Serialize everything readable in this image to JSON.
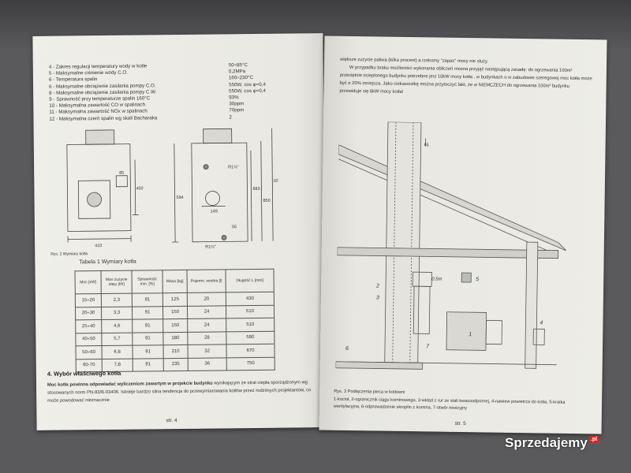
{
  "left_page": {
    "spec_rows": [
      {
        "label": "4  - Zakres regulacji temperatury wody w kotle",
        "value": "50÷85°C"
      },
      {
        "label": "5  - Maksymalne ciśnienie wody C.O.",
        "value": "0,2MPa"
      },
      {
        "label": "6  - Temperatura spalin",
        "value": "160÷230°C"
      },
      {
        "label": "6  - Maksymalne obciążenie zasilania pompy C.O.",
        "value": "550W, cos φ=0,4"
      },
      {
        "label": "8  - Maksymalne obciążenie zasilania pompy C.W.",
        "value": "550W, cos φ=0,4"
      },
      {
        "label": "9  - Sprawność przy temperaturze spalin 160°C",
        "value": "93%"
      },
      {
        "label": "10 - Maksymalna zawartość CO w spalinach",
        "value": "30ppm"
      },
      {
        "label": "11 - Maksymalna zawartość NOx w spalinach",
        "value": "70ppm"
      },
      {
        "label": "12 - Maksymalna czerń spalin wg skali Bacharaka",
        "value": "2"
      }
    ],
    "drawing": {
      "caption": "Rys. 2 Wymiary kotła",
      "front_width": "410",
      "dim_85": "85",
      "dim_450": "450",
      "dim_594": "594",
      "dim_683": "683",
      "dim_850": "850",
      "dim_1010": "1010",
      "dim_149": "149",
      "dim_55": "55",
      "thread_top": "R1½\"",
      "thread_bottom": "R1½\""
    },
    "table": {
      "caption": "Tabela 1 Wymiary kotła",
      "headers": [
        "Moc [kW]",
        "Max zużycie oleju [l/h]",
        "Sprawność min. [%]",
        "Masa [kg]",
        "Pojemn. wodna [l]",
        "Długość L [mm]"
      ],
      "rows": [
        [
          "15÷20",
          "2,3",
          "91",
          "125",
          "20",
          "430"
        ],
        [
          "20÷30",
          "3,3",
          "91",
          "150",
          "24",
          "510"
        ],
        [
          "25÷40",
          "4,6",
          "91",
          "150",
          "24",
          "510"
        ],
        [
          "40÷50",
          "5,7",
          "91",
          "180",
          "28",
          "590"
        ],
        [
          "50÷60",
          "6,8",
          "91",
          "210",
          "32",
          "670"
        ],
        [
          "60-70",
          "7,8",
          "91",
          "235",
          "36",
          "750"
        ]
      ]
    },
    "section_title": "4. Wybór właściwego kotła",
    "para_bold": "Moc kotła powinna odpowiadać wyliczeniom zawartym w projekcie budynku",
    "para_rest": " wynikającym ze strat ciepła sporządzonym wg stosowanych norm PN-83/B-03406. Istnieje bardzo silna tendencja do przewymiarowania kotłów przez rodzimych projektantów, co może powodować nieznacznie",
    "page_number": "str. 4"
  },
  "right_page": {
    "text_line1": "większe zużycie paliwa (kilka procent) a rzekomy \"zapas\" mocy nie służy.",
    "text_line2": "W przypadku braku możliwości wykonania obliczeń można przyjąć następującą zasadę: do ogrzewania 100m² przeciętnie ocieplonego budynku potrzebne jest 10kW mocy kotła , w budynkach o w zabudowie szeregowej moc kotła może być o 20% mniejsza. Jako ciekawostkę można przytoczyć fakt, że w NIEMCZECH do ogrzewania 100m² budynku przewiduje się 6kW mocy kotła!",
    "figure": {
      "dim_top": "65",
      "dim_05": "0,5m",
      "labels": [
        "1",
        "2",
        "3",
        "4",
        "5",
        "6",
        "7"
      ]
    },
    "caption_title": "Rys. 3 Podłączenia pieca w kotłowni",
    "caption_body": "1-kocioł, 2-ogranicznik ciągu kominowego, 3-wkład z rur ze stali kwasoodpornej, 4-nawiew powietrza do kotła, 5-kratka wentylacyjna, 6-odprowadzenie skroplin z komina, 7-otwór rewizyjny",
    "page_number": "str. 5"
  },
  "watermark": {
    "text": "Sprzedajemy",
    "suffix": ".pl"
  }
}
